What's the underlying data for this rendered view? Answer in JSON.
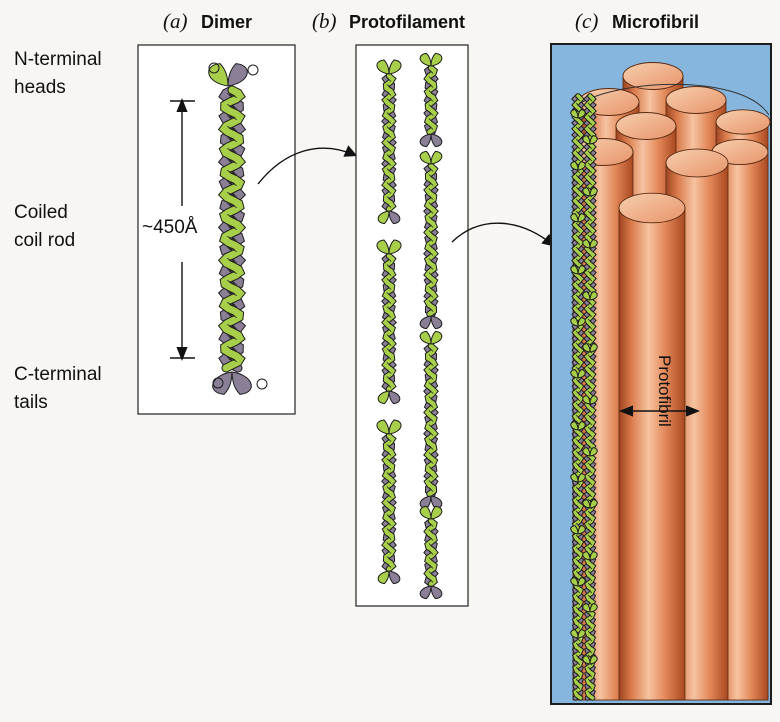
{
  "headings": {
    "a": {
      "letter": "(a)",
      "word": "Dimer"
    },
    "b": {
      "letter": "(b)",
      "word": "Protofilament"
    },
    "c": {
      "letter": "(c)",
      "word": "Microfibril"
    }
  },
  "side_labels": {
    "heads_line1": "N-terminal",
    "heads_line2": "heads",
    "rod_line1": "Coiled",
    "rod_line2": "coil rod",
    "tails_line1": "C-terminal",
    "tails_line2": "tails"
  },
  "dimension_label": "~450Å",
  "protofibril_label": "Protofibril",
  "colors": {
    "strand_green": "#a8cf4a",
    "strand_purple": "#8a7f97",
    "outline": "#1d1d1d",
    "panel_bg": "#ffffff",
    "microfibril_bg": "#86b6dd",
    "cylinder_fill": "#e08a5c",
    "cylinder_dark": "#b4532a",
    "cylinder_light": "#f6c4a0"
  }
}
